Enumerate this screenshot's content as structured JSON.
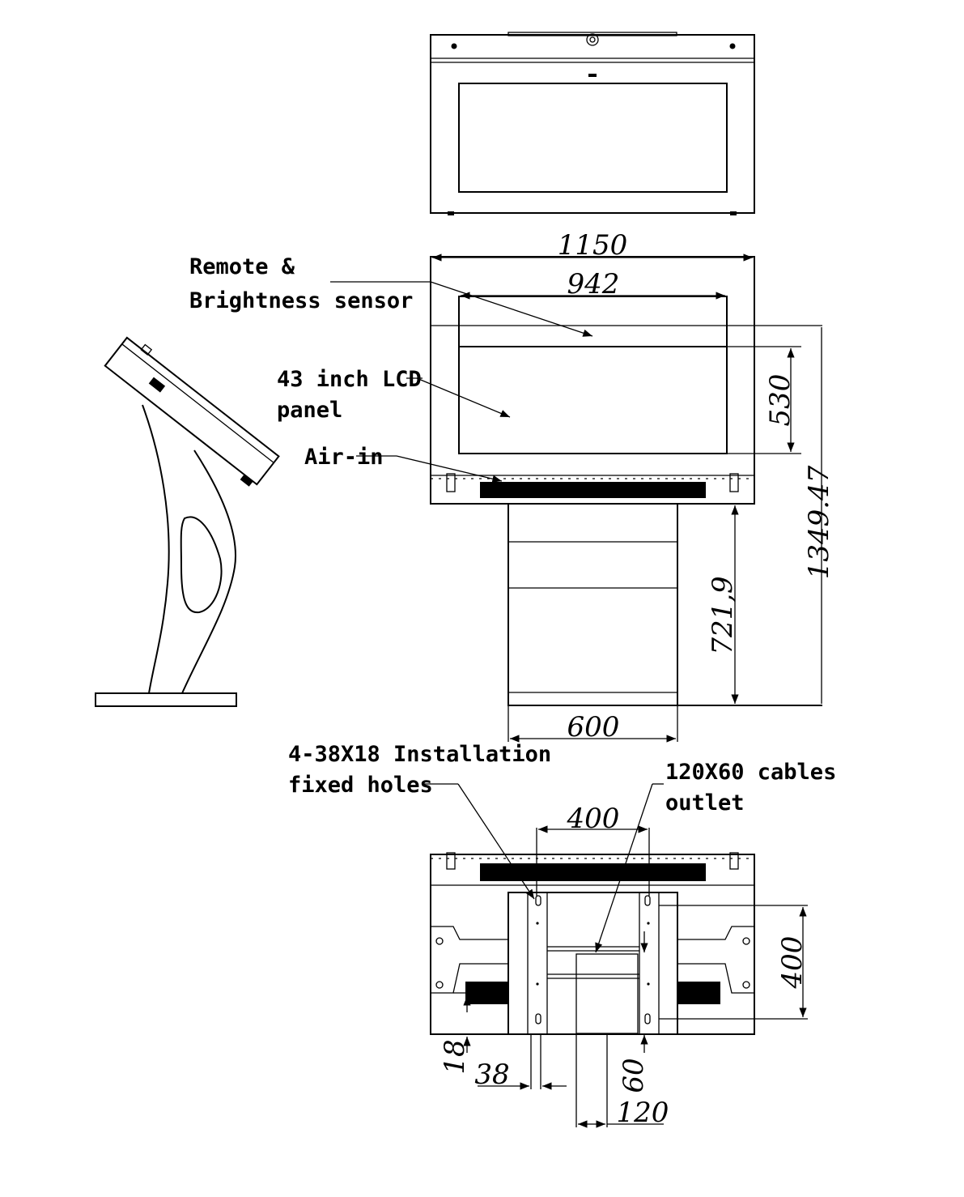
{
  "labels": {
    "remote_line1": "Remote &",
    "remote_line2": "Brightness sensor",
    "lcd_line1": "43 inch LCD",
    "lcd_line2": "panel",
    "air_in": "Air-in",
    "holes_line1": "4-38X18 Installation",
    "holes_line2": "fixed holes",
    "cables_line1": "120X60 cables",
    "cables_line2": "outlet"
  },
  "dimensions": {
    "total_width": "1150",
    "screen_width": "942",
    "screen_height": "530",
    "total_height": "1349.47",
    "stand_height": "721,9",
    "stand_width": "600",
    "hole_spacing_x": "400",
    "hole_spacing_y": "400",
    "hole_height": "18",
    "hole_width": "38",
    "outlet_height": "60",
    "outlet_width": "120"
  }
}
